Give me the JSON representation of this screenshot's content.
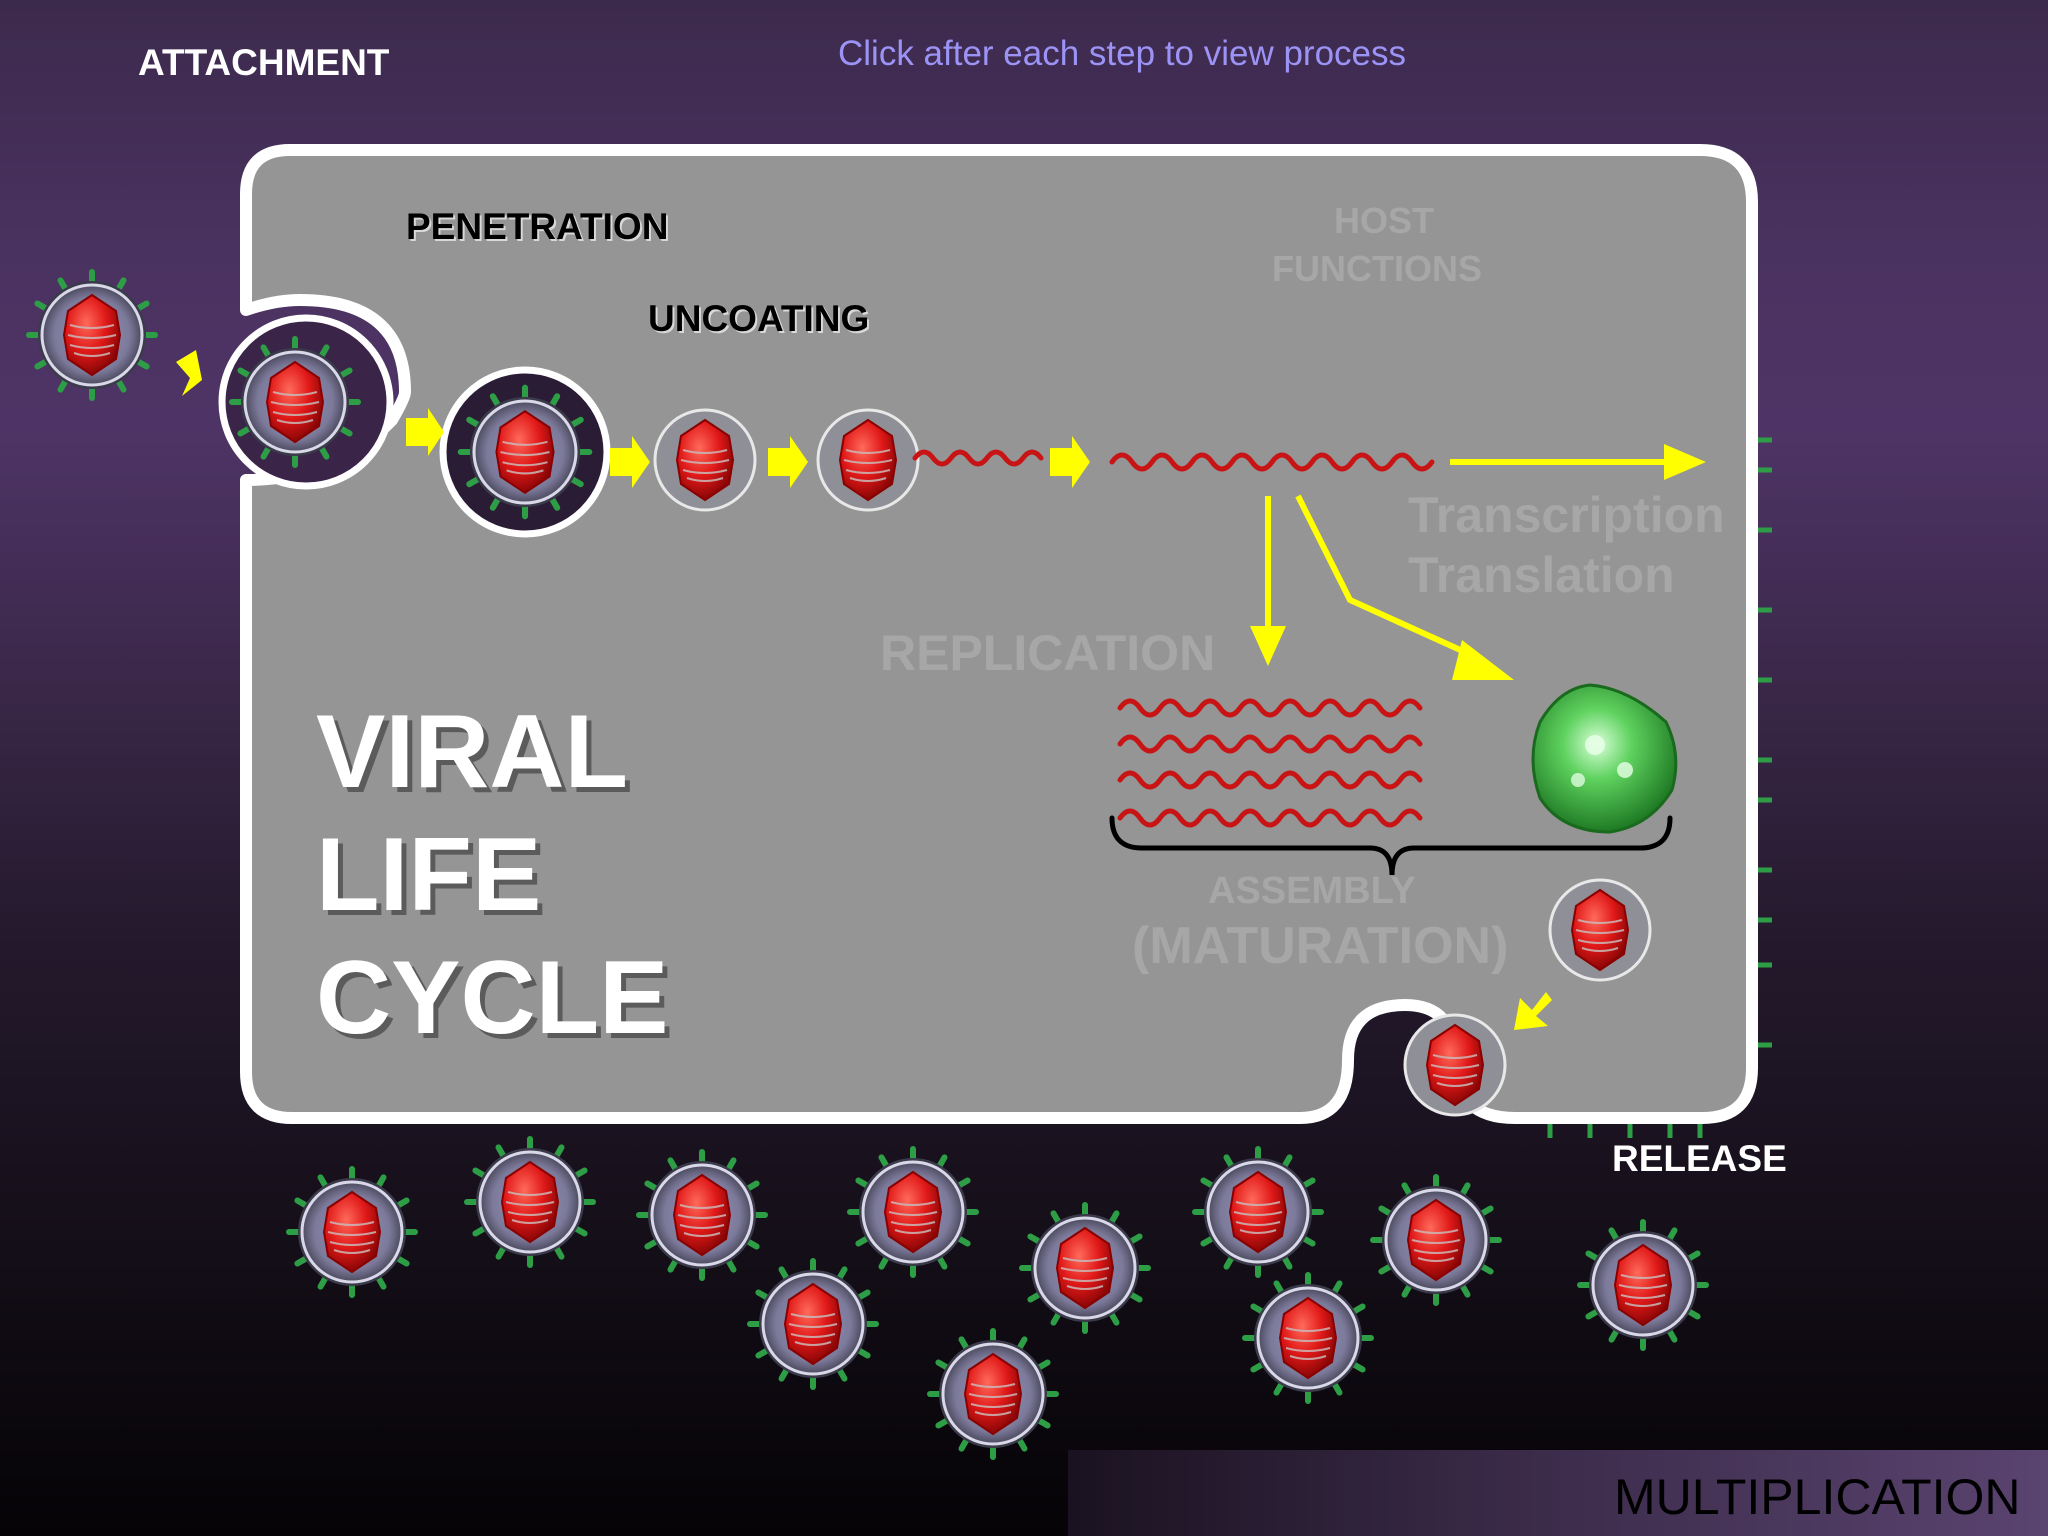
{
  "header": {
    "attachment": "ATTACHMENT",
    "instruction": "Click after each step to view process"
  },
  "cell": {
    "penetration": "PENETRATION",
    "uncoating": "UNCOATING",
    "host_functions_line1": "HOST",
    "host_functions_line2": "FUNCTIONS",
    "transcription": "Transcription",
    "translation": "Translation",
    "replication": "REPLICATION",
    "assembly": "ASSEMBLY",
    "maturation": "(MATURATION)",
    "title_line1": "VIRAL",
    "title_line2": "LIFE",
    "title_line3": "CYCLE"
  },
  "release": "RELEASE",
  "footer": {
    "multiplication": "MULTIPLICATION"
  },
  "colors": {
    "background_top": "#4a3260",
    "cell_fill": "#959595",
    "cell_border": "#ffffff",
    "arrow": "#ffff00",
    "capsid": "#e01818",
    "spike": "#2e9e46",
    "nucleic_acid": "#c81414",
    "protein": "#3cb43c",
    "ghost_text": "#a7a7a7"
  }
}
